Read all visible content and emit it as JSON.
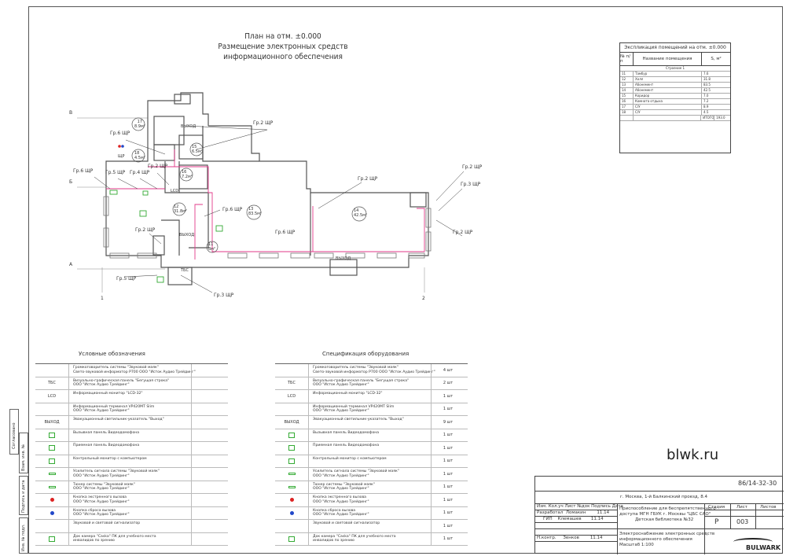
{
  "title": {
    "line1": "План на отм. ±0.000",
    "line2": "Размещение электронных средств",
    "line3": "информационного обеспечения"
  },
  "plan": {
    "axes": {
      "row_b": "В",
      "row_b2": "Б",
      "row_a": "А",
      "col_1": "1",
      "col_2": "2"
    },
    "callouts": [
      "Гр.2 ЩР",
      "Гр.6 ЩР",
      "Гр.6 ЩР",
      "Гр.5 ЩР",
      "Гр.4 ЩР",
      "Гр.2 ЩР",
      "Гр.3 ЩР",
      "Гр.6 ЩР",
      "Гр.2 ЩР",
      "Гр.6 ЩР",
      "Гр.2 ЩР",
      "Гр.2 ЩР",
      "Гр.5 ЩР",
      "Гр.3 ЩР"
    ],
    "rooms": [
      {
        "num": "17",
        "area": "8.9м²"
      },
      {
        "num": "18",
        "area": "4.5м²"
      },
      {
        "num": "15",
        "area": "6.5м²"
      },
      {
        "num": "16",
        "area": "7.2м²"
      },
      {
        "num": "12",
        "area": "31.8м²"
      },
      {
        "num": "13",
        "area": "83.5м²"
      },
      {
        "num": "14",
        "area": "42.5м²"
      },
      {
        "num": "11",
        "area": "8м²"
      }
    ],
    "tags": {
      "vyhod": "ВЫХОД",
      "tsc": "ТБС",
      "lcd": "LCD",
      "shr": "ЩР"
    }
  },
  "explication": {
    "title": "Экспликация помещений на отм. ±0.000",
    "headers": {
      "num": "№ п/п",
      "name": "Название помещения",
      "area": "S, м²"
    },
    "section": "Строение 1",
    "rows": [
      {
        "num": "11",
        "name": "Тамбур",
        "area": "7.6"
      },
      {
        "num": "12",
        "name": "Холл",
        "area": "31.8"
      },
      {
        "num": "13",
        "name": "Абонемент",
        "area": "83.5"
      },
      {
        "num": "14",
        "name": "Абонемент",
        "area": "42.5"
      },
      {
        "num": "15",
        "name": "Коридор",
        "area": "7.0"
      },
      {
        "num": "16",
        "name": "Комната отдыха",
        "area": "7.2"
      },
      {
        "num": "17",
        "name": "С/У",
        "area": "8.9"
      },
      {
        "num": "18",
        "name": "С/У",
        "area": "4.5"
      }
    ],
    "total_label": "ИТОГО:",
    "total": "193.0"
  },
  "legend": {
    "title": "Условные обозначения",
    "items": [
      {
        "sym": "",
        "lines": [
          "Громкоговоритель системы \"Звуковой маяк\"",
          "Свето-звуковой информатор Р700 ООО \"Исток Аудио Трейдинг\""
        ]
      },
      {
        "sym": "ТБС",
        "lines": [
          "Визуально-графическая панель \"Бегущая строка\"",
          "ООО \"Исток Аудио Трейдинг\""
        ]
      },
      {
        "sym": "LCD",
        "lines": [
          "Информационный монитор \"LCD-32\""
        ]
      },
      {
        "sym": "",
        "lines": [
          "Информационный терминал VP420MT Slim",
          "ООО \"Исток Аудио Трейдинг\""
        ]
      },
      {
        "sym": "ВЫХОД",
        "lines": [
          "Эвакуационный светильник-указатель \"Выход\""
        ]
      },
      {
        "sym": "sq",
        "lines": [
          "Вызывная панель Видеодомофона"
        ]
      },
      {
        "sym": "sq",
        "lines": [
          "Приемная панель Видеодомофона"
        ]
      },
      {
        "sym": "sq",
        "lines": [
          "Контрольный монитор с компьютером"
        ]
      },
      {
        "sym": "bar",
        "lines": [
          "Усилитель сигнала системы \"Звуковой маяк\"",
          "ООО \"Исток Аудио Трейдинг\""
        ]
      },
      {
        "sym": "bar",
        "lines": [
          "Тюнер системы \"Звуковой маяк\"",
          "ООО \"Исток Аудио Трейдинг\""
        ]
      },
      {
        "sym": "red",
        "lines": [
          "Кнопка экстренного вызова",
          "ООО \"Исток Аудио Трейдинг\""
        ]
      },
      {
        "sym": "blue",
        "lines": [
          "Кнопка сброса вызова",
          "ООО \"Исток Аудио Трейдинг\""
        ]
      },
      {
        "sym": "",
        "lines": [
          "Звуковой и световой сигнализатор"
        ]
      },
      {
        "sym": "sq",
        "lines": [
          "Док камера \"Caska\" ПК для учебного места",
          "инвалидов по зрению"
        ]
      }
    ]
  },
  "spec": {
    "title": "Спецификация оборудования",
    "qty": [
      "4 шт",
      "2 шт",
      "1 шт",
      "1 шт",
      "9 шт",
      "1 шт",
      "1 шт",
      "1 шт",
      "1 шт",
      "1 шт",
      "1 шт",
      "1 шт",
      "1 шт",
      "1 шт"
    ]
  },
  "side": {
    "labels": [
      "Согласовано",
      "Взам. инв. №",
      "Подпись и дата",
      "Инв. № подл."
    ]
  },
  "watermark": "blwk.ru",
  "stamp": {
    "code": "86/14-32-30",
    "address": "г. Москва, 1-й Балкинский проезд, 8.4",
    "headers": [
      "Изм.",
      "Кол.уч",
      "Лист",
      "№док",
      "Подпись",
      "Дата"
    ],
    "roles": [
      {
        "role": "Разработал",
        "name": "Ломакин",
        "date": "11.14"
      },
      {
        "role": "ГИП",
        "name": "Клемашев",
        "date": "11.14"
      },
      {
        "role": "Н.контр.",
        "name": "Зенков",
        "date": "11.14"
      }
    ],
    "project": [
      "Приспособление для беспрепятственного",
      "доступа МГН ГБУК г. Москвы \"ЦБС САО\"",
      "Детская библиотека №32"
    ],
    "sheet_title": [
      "Электроснабжение электронных средств",
      "информационного обеспечения",
      "Масштаб 1:100"
    ],
    "stage_label": "Стадия",
    "sheet_label": "Лист",
    "sheets_label": "Листов",
    "stage": "Р",
    "sheet": "003",
    "company": "BULWARK"
  }
}
